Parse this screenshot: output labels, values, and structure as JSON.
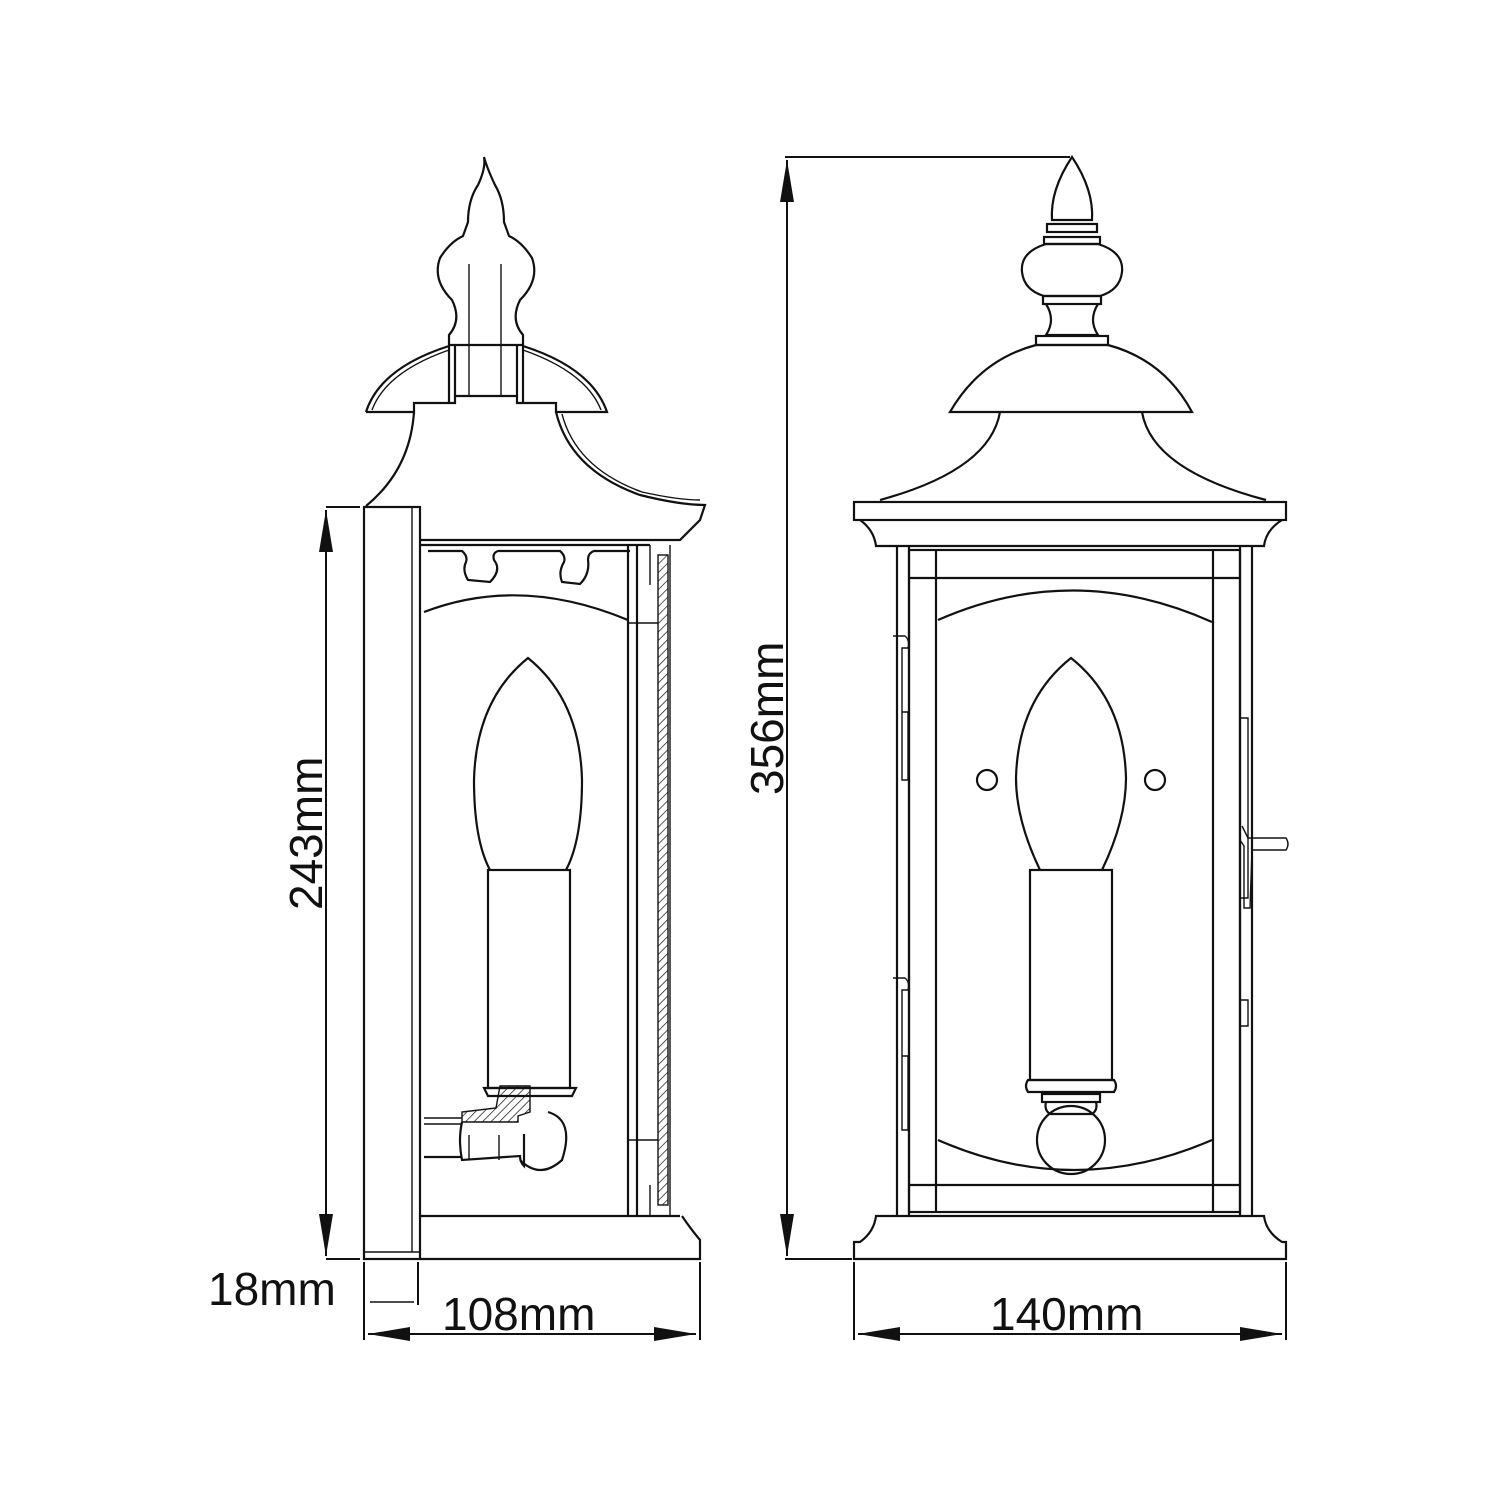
{
  "drawing": {
    "subject": "Wall lantern technical dimension drawing",
    "views": [
      "side-view",
      "front-view"
    ],
    "line_color": "#111111",
    "background": "#ffffff"
  },
  "dimensions": {
    "side_height": "243mm",
    "backplate_depth": "18mm",
    "side_depth": "108mm",
    "total_height": "356mm",
    "front_width": "140mm"
  }
}
